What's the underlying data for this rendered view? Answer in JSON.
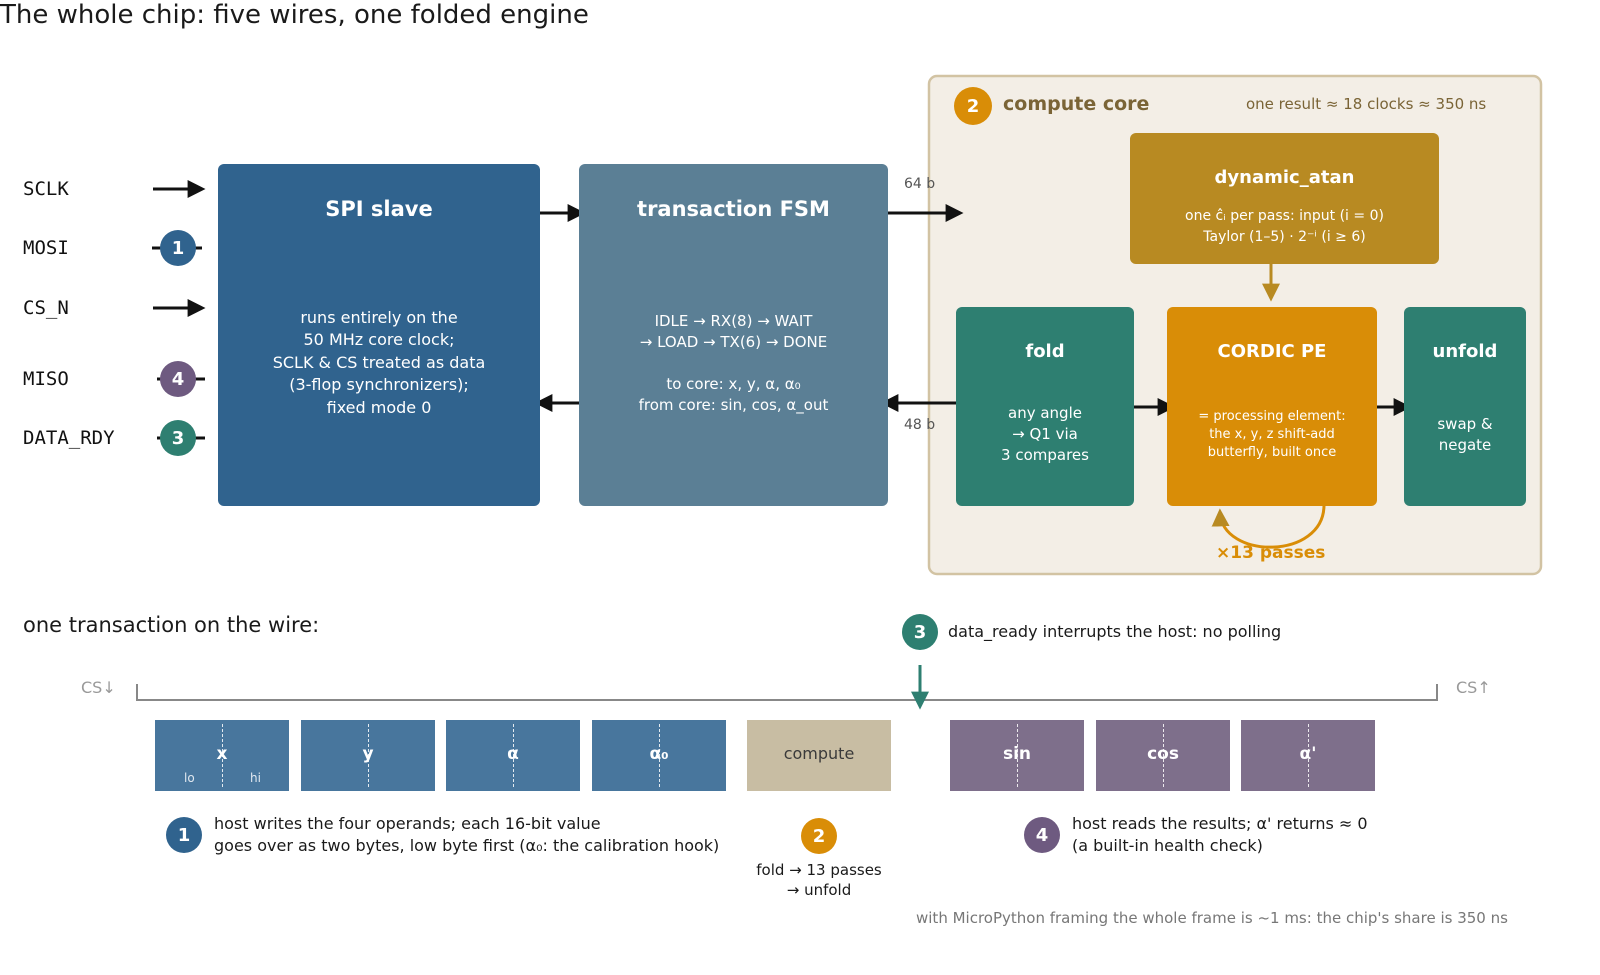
{
  "title": "The whole chip: five wires, one folded engine",
  "pins": {
    "sclk": "SCLK",
    "mosi": "MOSI",
    "cs_n": "CS_N",
    "miso": "MISO",
    "data_rdy": "DATA_RDY"
  },
  "spi_slave": {
    "title": "SPI slave",
    "body": "runs entirely on the\n50 MHz core clock;\nSCLK & CS treated as data\n(3-flop synchronizers);\nfixed mode 0"
  },
  "fsm": {
    "title": "transaction FSM",
    "body": "IDLE → RX(8) → WAIT\n→ LOAD → TX(6) → DONE\n\nto core: x, y, α, α₀\nfrom core: sin, cos, α_out"
  },
  "bus": {
    "in_width": "64 b",
    "out_width": "48 b"
  },
  "core": {
    "badge": "2",
    "title": "compute core",
    "timing": "one result ≈ 18 clocks ≈ 350 ns",
    "dynamic_atan": {
      "title": "dynamic_atan",
      "body": "one ĉᵢ per pass:  input (i = 0)\nTaylor (1–5)  ·  2⁻ⁱ (i ≥ 6)"
    },
    "fold": {
      "title": "fold",
      "body": "any angle\n→ Q1 via\n3 compares"
    },
    "cordic": {
      "title": "CORDIC PE",
      "body": "= processing element:\nthe x, y, z shift-add\nbutterfly, built once"
    },
    "unfold": {
      "title": "unfold",
      "body": "swap &\nnegate"
    },
    "passes": "×13 passes"
  },
  "badges": {
    "b1": "1",
    "b2": "2",
    "b3": "3",
    "b4": "4"
  },
  "timeline": {
    "heading": "one transaction on the wire:",
    "cs_down": "CS↓",
    "cs_up": "CS↑",
    "ready_note": "data_ready interrupts the host: no polling",
    "segments": {
      "x": "x",
      "lo": "lo",
      "hi": "hi",
      "y": "y",
      "alpha": "α",
      "alpha0": "α₀",
      "compute": "compute",
      "sin": "sin",
      "cos": "cos",
      "alpha_out": "α'"
    },
    "note1": "host writes the four operands; each 16-bit value\ngoes over as two bytes, low byte first (α₀: the calibration hook)",
    "note2": "fold → 13 passes\n→ unfold",
    "note4": "host reads the results; α' returns ≈ 0\n(a built-in health check)",
    "footer": "with MicroPython framing the whole frame is ~1 ms: the chip's share is 350 ns"
  },
  "colors": {
    "spi_blue": "#30638e",
    "fsm_slate": "#5b7f95",
    "core_bg": "#f3eee6",
    "core_border": "#d2c3a3",
    "atan_gold": "#b88a22",
    "teal": "#2e7f71",
    "orange": "#d98d07",
    "purple": "#6e5a80",
    "seg_blue": "#48769d",
    "seg_tan": "#c8bda3",
    "seg_purple": "#7e6f8b"
  }
}
